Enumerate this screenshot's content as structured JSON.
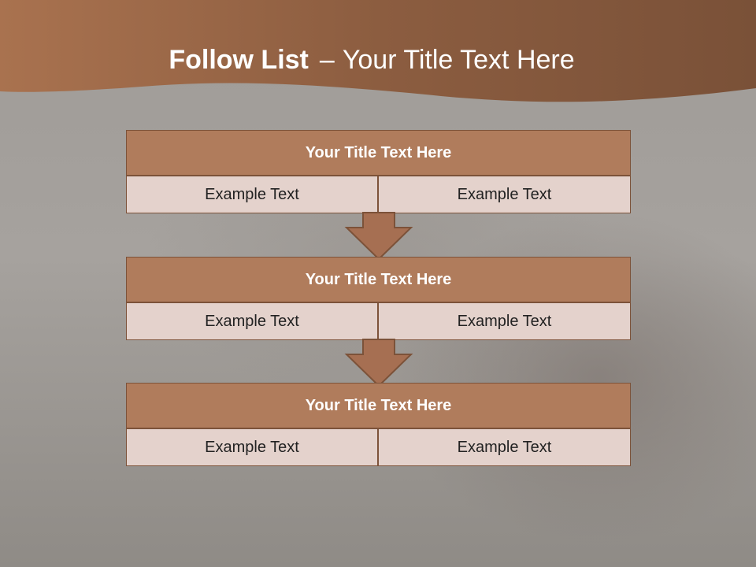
{
  "slide": {
    "title_bold": "Follow List",
    "title_separator": "–",
    "title_rest": "Your Title Text Here"
  },
  "blocks": [
    {
      "title": "Your Title Text Here",
      "left": "Example Text",
      "right": "Example Text"
    },
    {
      "title": "Your Title Text Here",
      "left": "Example Text",
      "right": "Example Text"
    },
    {
      "title": "Your Title Text Here",
      "left": "Example Text",
      "right": "Example Text"
    }
  ],
  "colors": {
    "header_band": "#8a5a3d",
    "block_header": "#b07c5c",
    "cell_fill": "#e4d2cc",
    "arrow_fill": "#a66f52"
  }
}
